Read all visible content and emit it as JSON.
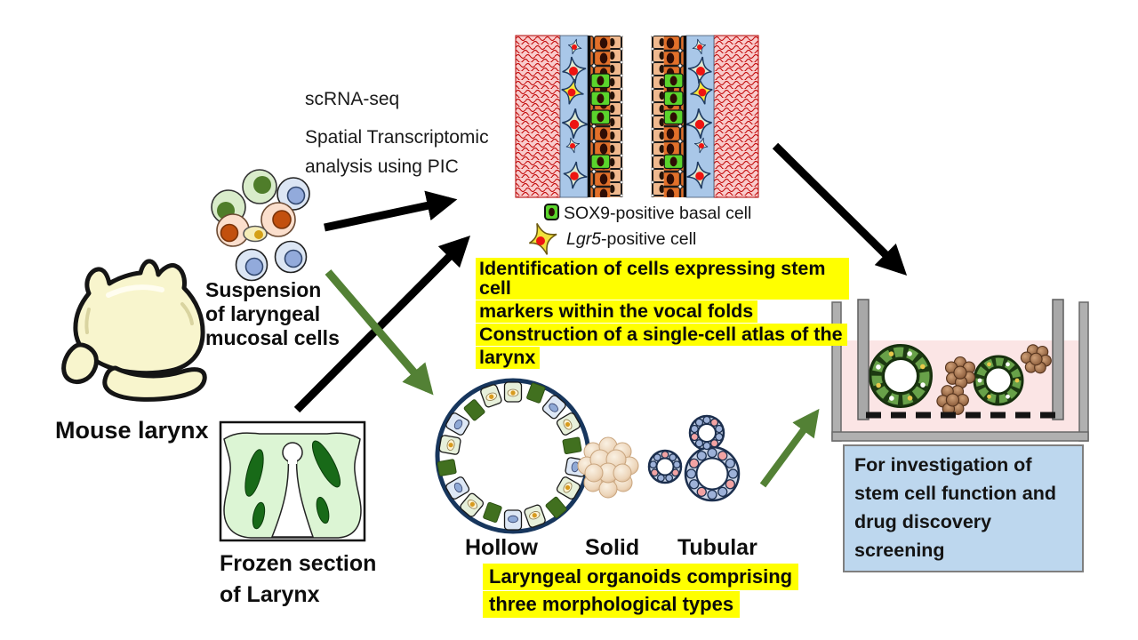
{
  "methods": {
    "scrnaseq": "scRNA-seq",
    "spatial_line1": "Spatial Transcriptomic",
    "spatial_line2": "analysis using PIC"
  },
  "sources": {
    "mouse_larynx": "Mouse larynx",
    "suspension_line1": "Suspension",
    "suspension_line2": "of laryngeal",
    "suspension_line3": "mucosal cells",
    "frozen_line1": "Frozen section",
    "frozen_line2": "of Larynx"
  },
  "legend": {
    "sox9_label": "SOX9-positive basal cell",
    "lgr5_gene": "Lgr5",
    "lgr5_suffix": "-positive cell"
  },
  "findings": {
    "atlas_line1": "Identification of cells expressing stem cell",
    "atlas_line2": "markers within the vocal folds",
    "atlas_line3": "Construction of a single-cell atlas of the",
    "atlas_line4": "larynx",
    "organoid_line1": "Laryngeal organoids comprising",
    "organoid_line2": "three morphological types"
  },
  "organoid_types": {
    "hollow": "Hollow",
    "solid": "Solid",
    "tubular": "Tubular"
  },
  "application": {
    "line1": "For investigation of",
    "line2": "stem cell function and",
    "line3": "drug discovery screening"
  },
  "colors": {
    "highlight_yellow": "#ffff00",
    "green_arrow": "#538135",
    "black_arrow": "#000000",
    "application_box_bg": "#bdd7ee"
  }
}
